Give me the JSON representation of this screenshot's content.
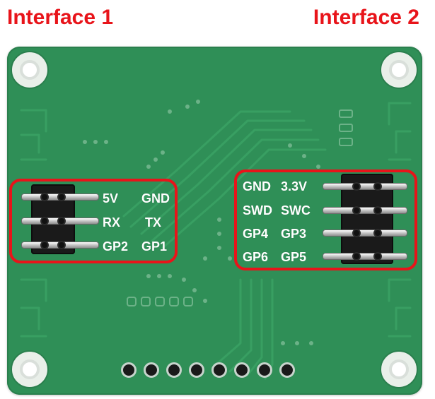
{
  "titles": {
    "left": "Interface 1",
    "right": "Interface 2"
  },
  "colors": {
    "accent_red": "#e8141a",
    "pcb_green": "#2f8f57",
    "silk_white": "#ffffff"
  },
  "interface1": {
    "labels": [
      {
        "left": "5V",
        "right": "GND"
      },
      {
        "left": "RX",
        "right": "TX"
      },
      {
        "left": "GP2",
        "right": "GP1"
      }
    ]
  },
  "interface2": {
    "labels": [
      {
        "left": "GND",
        "right": "3.3V"
      },
      {
        "left": "SWD",
        "right": "SWC"
      },
      {
        "left": "GP4",
        "right": "GP3"
      },
      {
        "left": "GP6",
        "right": "GP5"
      }
    ]
  }
}
